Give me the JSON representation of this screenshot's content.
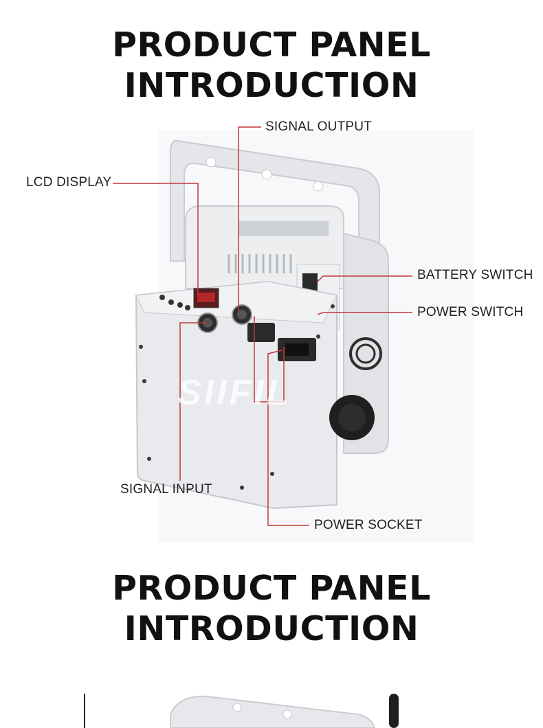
{
  "sections": [
    {
      "title_line1": "PRODUCT PANEL",
      "title_line2": "INTRODUCTION"
    },
    {
      "title_line1": "PRODUCT PANEL",
      "title_line2": "INTRODUCTION"
    }
  ],
  "callouts": {
    "signal_output": "SIGNAL OUTPUT",
    "lcd_display": "LCD DISPLAY",
    "battery_switch": "BATTERY SWITCH",
    "power_switch": "POWER SWITCH",
    "signal_input": "SIGNAL INPUT",
    "power_socket": "POWER SOCKET"
  },
  "watermark": "SIIFIL",
  "colors": {
    "leader_line": "#c0393b",
    "device_body": "#e9ebee",
    "text": "#222222"
  }
}
